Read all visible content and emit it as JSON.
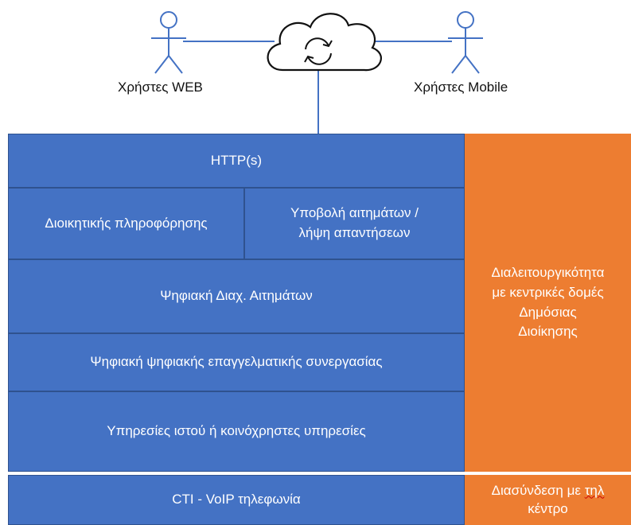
{
  "top": {
    "web_users_label": "Χρήστες WEB",
    "mobile_users_label": "Χρήστες Mobile"
  },
  "blocks": {
    "http": "HTTP(s)",
    "admin_info": "Διοικητικής πληροφόρησης",
    "submit_line1": "Υποβολή αιτημάτων /",
    "submit_line2": "λήψη απαντήσεων",
    "digital_mgmt": "Ψηφιακή Διαχ. Αιτημάτων",
    "collab": "Ψηφιακή ψηφιακής επαγγελματικής συνεργασίας",
    "web_services": "Υπηρεσίες ιστού ή κοινόχρηστες υπηρεσίες",
    "cti": "CTI - VoIP τηλεφωνία"
  },
  "side": {
    "interop_line1": "Διαλειτουργικότητα",
    "interop_line2": "με κεντρικές δομές",
    "interop_line3": "Δημόσιας",
    "interop_line4": "Διοίκησης",
    "callcenter_line1_pre": "Διασύνδεση με ",
    "callcenter_line1_sq": "τηλ",
    "callcenter_line2": "κέντρο"
  },
  "colors": {
    "blue": "#4472c4",
    "blue_border": "#2f528f",
    "orange": "#ed7d31",
    "line": "#4472c4"
  },
  "icons": [
    "person-icon",
    "cloud-icon",
    "sync-icon",
    "person-icon"
  ]
}
